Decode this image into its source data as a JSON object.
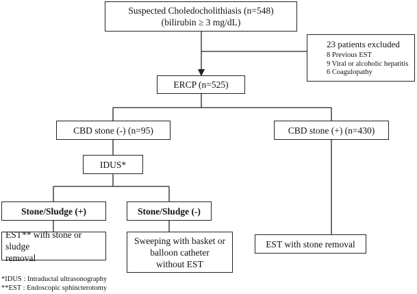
{
  "nodes": {
    "suspected": {
      "line1": "Suspected Choledocholithiasis (n=548)",
      "line2": "(bilirubin ≥ 3 mg/dL)"
    },
    "excluded": {
      "title": "23 patients excluded",
      "items": [
        "8 Previous EST",
        "9 Viral or alcoholic hepatitis",
        "6 Coagulopathy"
      ]
    },
    "ercp": "ERCP (n=525)",
    "cbd_neg": "CBD stone (-) (n=95)",
    "cbd_pos": "CBD stone (+) (n=430)",
    "idus": "IDUS*",
    "sludge_pos": "Stone/Sludge (+)",
    "sludge_neg": "Stone/Sludge (-)",
    "est_stone_sludge": {
      "line1": "EST** with stone or sludge",
      "line2": "removal"
    },
    "sweeping": {
      "line1": "Sweeping with basket or",
      "line2": "balloon catheter",
      "line3": "without EST"
    },
    "est_stone": "EST with stone removal"
  },
  "footnotes": {
    "idus": "*IDUS : Intraductal ultrasonography",
    "est": "**EST : Endoscopic sphincterotomy"
  }
}
